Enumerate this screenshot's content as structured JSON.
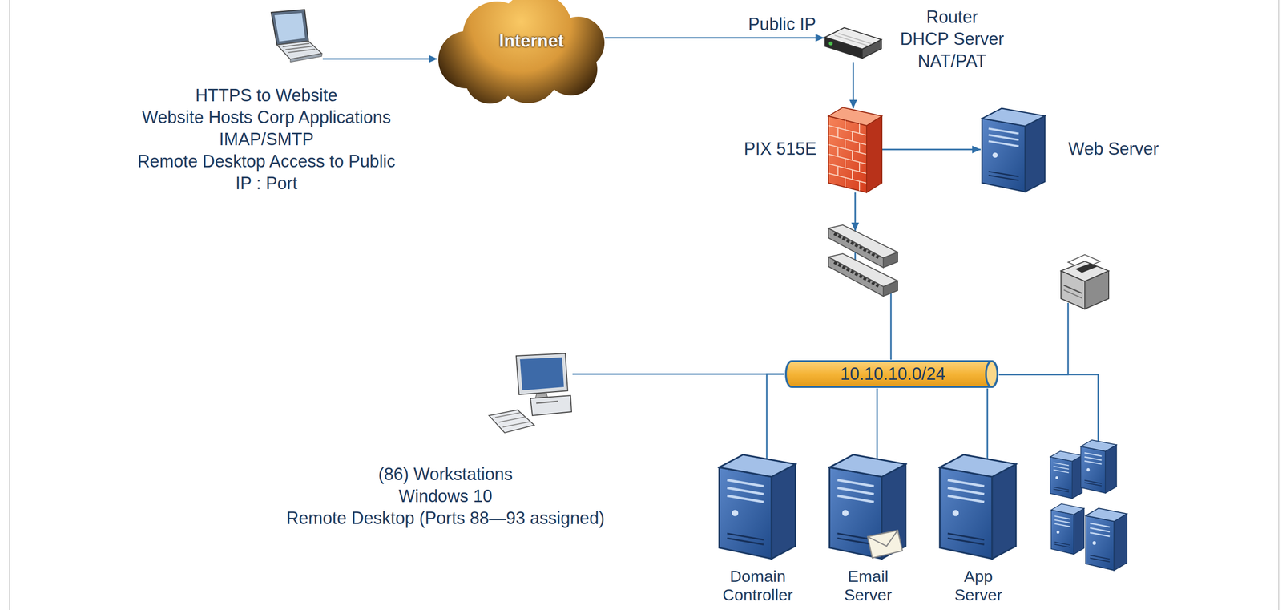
{
  "diagram": {
    "nodes": [
      {
        "text": [
          "HTTPS to Website",
          "Website Hosts Corp Applications",
          "IMAP/SMTP",
          "Remote Desktop Access to Public IP : Port"
        ]
      },
      {
        "text": [
          "Internet"
        ]
      },
      {
        "text": [
          "Router",
          "DHCP Server",
          "NAT/PAT"
        ]
      },
      {
        "text": [
          "PIX 515E"
        ]
      },
      {
        "text": [
          "Web Server"
        ]
      },
      {
        "text": [
          "10.10.10.0/24"
        ]
      },
      {
        "text": [
          "(86) Workstations",
          "Windows 10",
          "Remote Desktop (Ports 88—93 assigned)"
        ]
      },
      {
        "text": [
          "Domain Controller"
        ]
      },
      {
        "text": [
          "Email Server"
        ]
      },
      {
        "text": [
          "App Server"
        ]
      }
    ],
    "edges": [
      {
        "from": 0,
        "to": 1,
        "arrow": "to"
      },
      {
        "from": 1,
        "to": 2,
        "label": "Public IP",
        "arrow": "to"
      },
      {
        "from": 2,
        "to": 3,
        "arrow": "to"
      },
      {
        "from": 3,
        "to": 4,
        "arrow": "to"
      },
      {
        "from": 3,
        "to": 5,
        "arrow": "to"
      },
      {
        "from": 6,
        "to": 5,
        "arrow": "none"
      },
      {
        "from": 5,
        "to": 7,
        "arrow": "none"
      },
      {
        "from": 5,
        "to": 8,
        "arrow": "none"
      },
      {
        "from": 5,
        "to": 9,
        "arrow": "none"
      }
    ]
  }
}
